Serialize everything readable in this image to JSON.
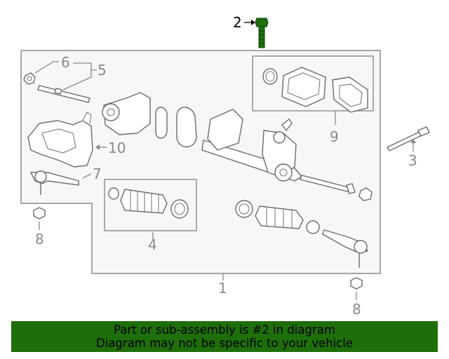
{
  "callouts": {
    "c1": "1",
    "c2": "2",
    "c3": "3",
    "c4": "4",
    "c5": "5",
    "c6": "6",
    "c7": "7",
    "c8a": "8",
    "c8b": "8",
    "c9": "9",
    "c10": "10"
  },
  "highlight_part": "2",
  "colors": {
    "highlight_part": "#1e6e0a",
    "banner_background": "#1e6e0a",
    "box_fill": "#f7f7f7",
    "line_art": "#6b6b6b"
  },
  "banner": {
    "line1": "Part or sub-assembly is #2 in diagram",
    "line2": "Diagram may not be specific to your vehicle"
  }
}
